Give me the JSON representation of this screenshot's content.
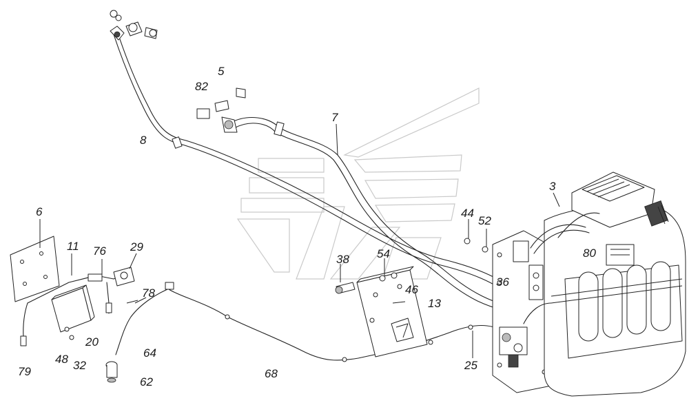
{
  "callouts": {
    "c3": "3",
    "c5": "5",
    "c6": "6",
    "c7": "7",
    "c8": "8",
    "c11": "11",
    "c13": "13",
    "c20": "20",
    "c25": "25",
    "c29": "29",
    "c32": "32",
    "c36": "36",
    "c38": "38",
    "c44": "44",
    "c46": "46",
    "c48": "48",
    "c52": "52",
    "c54": "54",
    "c62": "62",
    "c64": "64",
    "c68": "68",
    "c76": "76",
    "c78": "78",
    "c79": "79",
    "c80": "80",
    "c82": "82"
  }
}
